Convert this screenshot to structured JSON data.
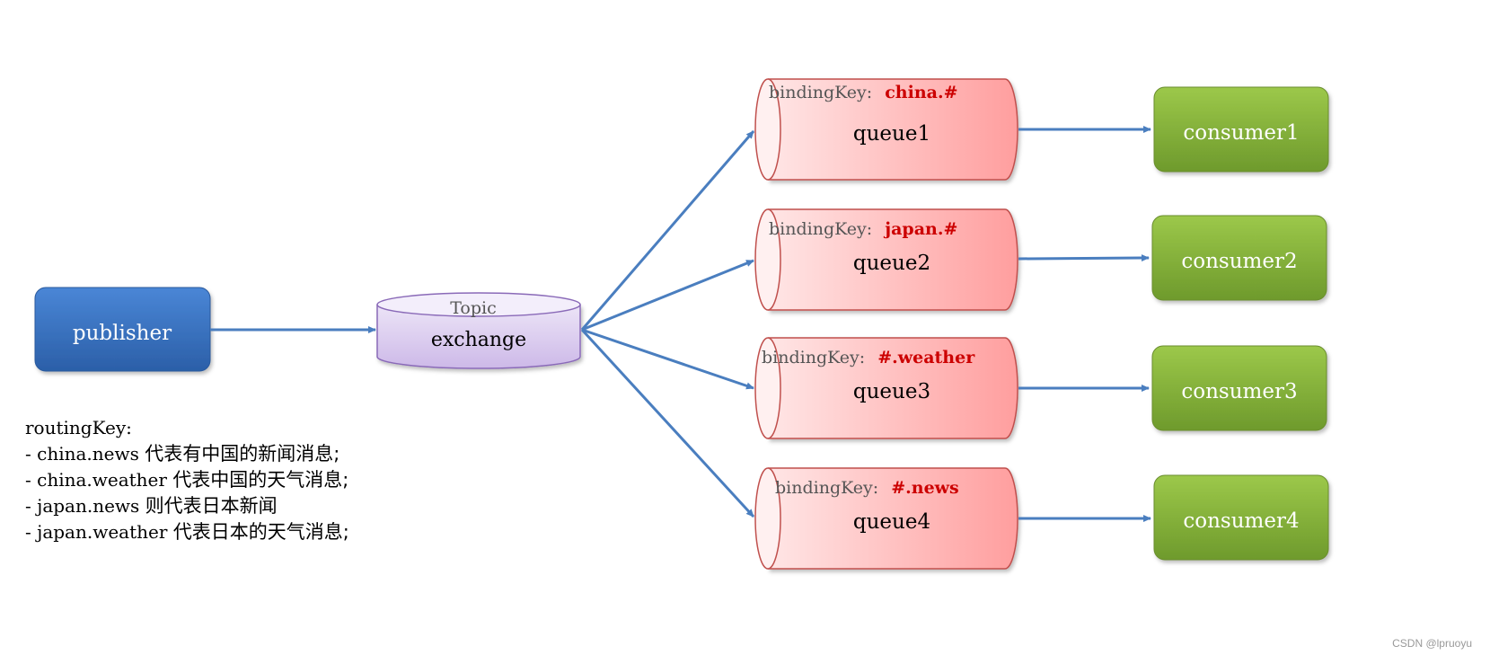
{
  "publisher": {
    "label": "publisher"
  },
  "exchange": {
    "type_label": "Topic",
    "label": "exchange"
  },
  "queues": [
    {
      "name": "queue1",
      "binding_prefix": "bindingKey:",
      "binding_key": "china.#",
      "consumer": "consumer1"
    },
    {
      "name": "queue2",
      "binding_prefix": "bindingKey:",
      "binding_key": "japan.#",
      "consumer": "consumer2"
    },
    {
      "name": "queue3",
      "binding_prefix": "bindingKey:",
      "binding_key": "#.weather",
      "consumer": "consumer3"
    },
    {
      "name": "queue4",
      "binding_prefix": "bindingKey:",
      "binding_key": "#.news",
      "consumer": "consumer4"
    }
  ],
  "routing": {
    "title": "routingKey:",
    "items": [
      {
        "key": "- china.news ",
        "desc": "代表有中国的新闻消息;"
      },
      {
        "key": "- china.weather ",
        "desc": "代表中国的天气消息;"
      },
      {
        "key": "- japan.news ",
        "desc": "则代表日本新闻"
      },
      {
        "key": "- japan.weather ",
        "desc": "代表日本的天气消息;"
      }
    ]
  },
  "watermark": "CSDN @lpruoyu",
  "colors": {
    "publisher": "#3a74c4",
    "exchange": "#d9cbee",
    "queue": "#ffb3b3",
    "consumer": "#86b03a",
    "arrow": "#4a7ebf",
    "binding_key": "#cc0000"
  }
}
